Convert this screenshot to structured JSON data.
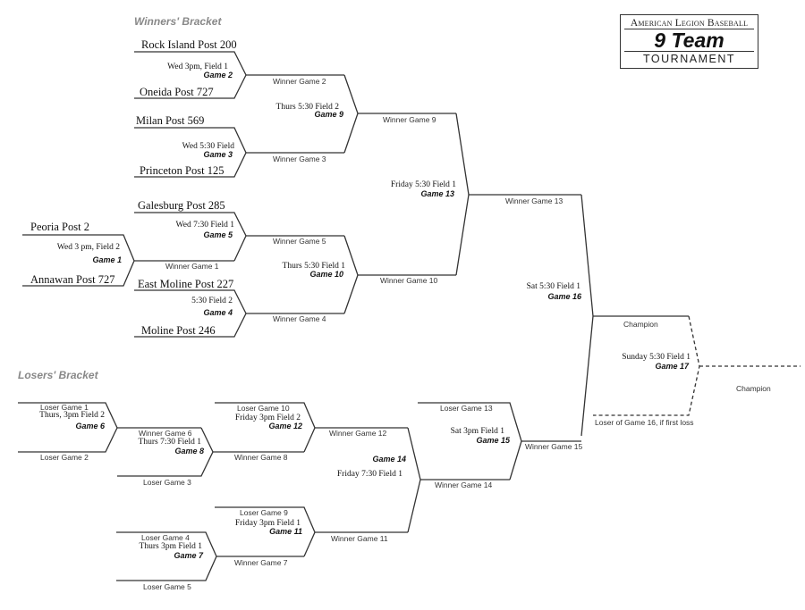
{
  "sections": {
    "winners": "Winners' Bracket",
    "losers": "Losers' Bracket"
  },
  "logo": {
    "line1": "American Legion Baseball",
    "line2": "9 Team",
    "line3": "TOURNAMENT"
  },
  "teams": {
    "rock_island": "Rock Island Post 200",
    "oneida": "Oneida Post 727",
    "milan": "Milan Post 569",
    "princeton": "Princeton Post 125",
    "galesburg": "Galesburg Post 285",
    "peoria": "Peoria Post 2",
    "annawan": "Annawan Post 727",
    "east_moline": "East Moline Post 227",
    "moline": "Moline Post 246"
  },
  "games": {
    "g1": {
      "label": "Game 1",
      "schedule": "Wed 3 pm, Field 2"
    },
    "g2": {
      "label": "Game 2",
      "schedule": "Wed 3pm, Field 1"
    },
    "g3": {
      "label": "Game 3",
      "schedule": "Wed 5:30 Field"
    },
    "g4": {
      "label": "Game 4",
      "schedule": "5:30 Field 2"
    },
    "g5": {
      "label": "Game 5",
      "schedule": "Wed 7:30 Field 1"
    },
    "g6": {
      "label": "Game 6",
      "schedule": "Thurs, 3pm Field 2"
    },
    "g7": {
      "label": "Game 7",
      "schedule": "Thurs 3pm Field 1"
    },
    "g8": {
      "label": "Game 8",
      "schedule": "Thurs 7:30 Field 1"
    },
    "g9": {
      "label": "Game 9",
      "schedule": "Thurs 5:30 Field 2"
    },
    "g10": {
      "label": "Game 10",
      "schedule": "Thurs 5:30 Field 1"
    },
    "g11": {
      "label": "Game 11",
      "schedule": "Friday 3pm Field 1"
    },
    "g12": {
      "label": "Game 12",
      "schedule": "Friday 3pm Field 2"
    },
    "g13": {
      "label": "Game 13",
      "schedule": "Friday 5:30 Field 1"
    },
    "g14": {
      "label": "Game 14",
      "schedule": "Friday 7:30 Field 1"
    },
    "g15": {
      "label": "Game 15",
      "schedule": "Sat 3pm Field 1"
    },
    "g16": {
      "label": "Game 16",
      "schedule": "Sat 5:30 Field 1"
    },
    "g17": {
      "label": "Game 17",
      "schedule": "Sunday 5:30 Field 1"
    }
  },
  "slots": {
    "w1": "Winner Game 1",
    "w2": "Winner Game 2",
    "w3": "Winner Game 3",
    "w4": "Winner Game 4",
    "w5": "Winner Game 5",
    "w6": "Winner Game 6",
    "w7": "Winner Game 7",
    "w8": "Winner Game 8",
    "w9": "Winner Game 9",
    "w10": "Winner Game 10",
    "w11": "Winner Game 11",
    "w12": "Winner Game 12",
    "w13": "Winner Game 13",
    "w14": "Winner Game 14",
    "w15": "Winner Game 15",
    "l1": "Loser Game 1",
    "l2": "Loser Game 2",
    "l3": "Loser Game 3",
    "l4": "Loser Game 4",
    "l5": "Loser Game 5",
    "l9": "Loser Game 9",
    "l10": "Loser Game 10",
    "l13": "Loser Game 13",
    "l16": "Loser of Game 16, if first loss",
    "champion1": "Champion",
    "champion2": "Champion"
  },
  "colors": {
    "line": "#333333",
    "section": "#888888"
  }
}
